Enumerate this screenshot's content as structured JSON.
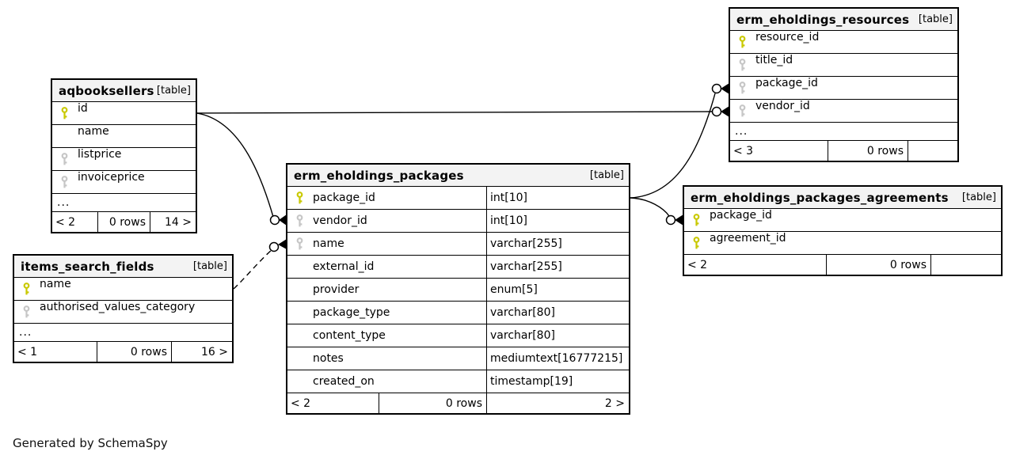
{
  "page": {
    "footer_note": "Generated by SchemaSpy"
  },
  "colors": {
    "primary_key": "#c9c900",
    "foreign_key": "#c6c6c6",
    "header_bg": "#f3f3f3",
    "border": "#000000",
    "background": "#ffffff"
  },
  "tables": [
    {
      "title": "aqbooksellers",
      "tag": "[table]",
      "columns": [
        {
          "name": "id",
          "key": "primary"
        },
        {
          "name": "name",
          "key": "none"
        },
        {
          "name": "listprice",
          "key": "foreign"
        },
        {
          "name": "invoiceprice",
          "key": "foreign"
        }
      ],
      "ellipsis": "...",
      "footer": {
        "left": "< 2",
        "center": "0 rows",
        "right": "14 >"
      }
    },
    {
      "title": "items_search_fields",
      "tag": "[table]",
      "columns": [
        {
          "name": "name",
          "key": "primary"
        },
        {
          "name": "authorised_values_category",
          "key": "foreign"
        }
      ],
      "ellipsis": "...",
      "footer": {
        "left": "< 1",
        "center": "0 rows",
        "right": "16 >"
      }
    },
    {
      "title": "erm_eholdings_packages",
      "tag": "[table]",
      "columns": [
        {
          "name": "package_id",
          "key": "primary",
          "type": "int[10]"
        },
        {
          "name": "vendor_id",
          "key": "foreign",
          "type": "int[10]"
        },
        {
          "name": "name",
          "key": "foreign",
          "type": "varchar[255]"
        },
        {
          "name": "external_id",
          "key": "none",
          "type": "varchar[255]"
        },
        {
          "name": "provider",
          "key": "none",
          "type": "enum[5]"
        },
        {
          "name": "package_type",
          "key": "none",
          "type": "varchar[80]"
        },
        {
          "name": "content_type",
          "key": "none",
          "type": "varchar[80]"
        },
        {
          "name": "notes",
          "key": "none",
          "type": "mediumtext[16777215]"
        },
        {
          "name": "created_on",
          "key": "none",
          "type": "timestamp[19]"
        }
      ],
      "footer": {
        "left": "< 2",
        "center": "0 rows",
        "right": "2 >"
      }
    },
    {
      "title": "erm_eholdings_resources",
      "tag": "[table]",
      "columns": [
        {
          "name": "resource_id",
          "key": "primary"
        },
        {
          "name": "title_id",
          "key": "foreign"
        },
        {
          "name": "package_id",
          "key": "foreign"
        },
        {
          "name": "vendor_id",
          "key": "foreign"
        }
      ],
      "ellipsis": "...",
      "footer": {
        "left": "< 3",
        "center": "0 rows",
        "right": ""
      }
    },
    {
      "title": "erm_eholdings_packages_agreements",
      "tag": "[table]",
      "columns": [
        {
          "name": "package_id",
          "key": "primary"
        },
        {
          "name": "agreement_id",
          "key": "primary"
        }
      ],
      "footer": {
        "left": "< 2",
        "center": "0 rows",
        "right": ""
      }
    }
  ],
  "relationships": [
    {
      "from": "aqbooksellers.id",
      "to": "erm_eholdings_resources.vendor_id",
      "style": "solid"
    },
    {
      "from": "aqbooksellers.id",
      "to": "erm_eholdings_packages.vendor_id",
      "style": "solid"
    },
    {
      "from": "items_search_fields.name",
      "to": "erm_eholdings_packages.name",
      "style": "dashed"
    },
    {
      "from": "erm_eholdings_packages.package_id",
      "to": "erm_eholdings_resources.package_id",
      "style": "solid"
    },
    {
      "from": "erm_eholdings_packages.package_id",
      "to": "erm_eholdings_packages_agreements.package_id",
      "style": "solid"
    }
  ]
}
